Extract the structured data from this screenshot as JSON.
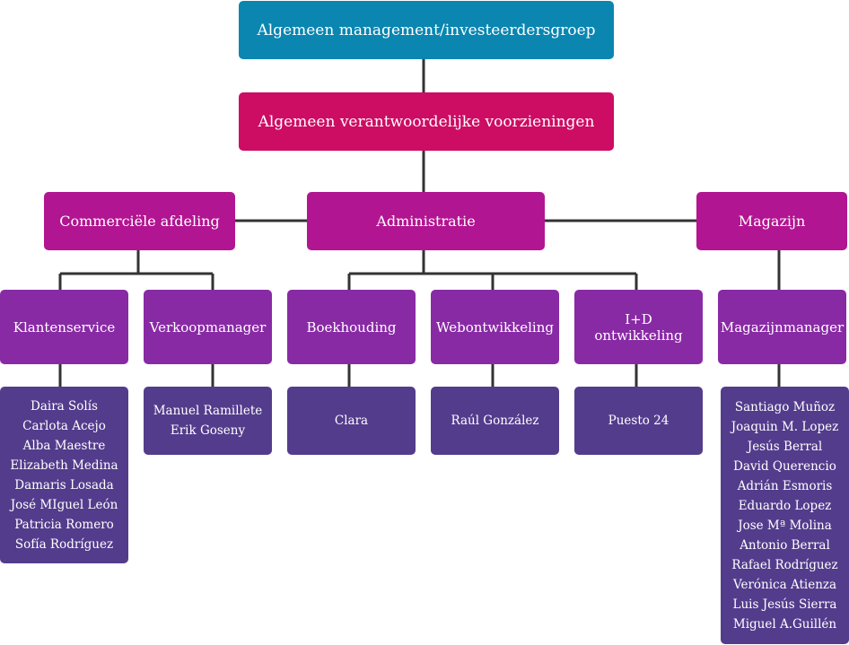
{
  "chart": {
    "top": "Algemeen management/investeerdersgroep",
    "level1": "Algemeen verantwoordelijke voorzieningen",
    "departments": {
      "commercial": {
        "label": "Commerciële afdeling",
        "units": [
          {
            "label": "Klantenservice",
            "members": [
              "Daira Solís",
              "Carlota Acejo",
              "Alba Maestre",
              "Elizabeth Medina",
              "Damaris Losada",
              "José MIguel León",
              "Patricia Romero",
              "Sofía Rodríguez"
            ]
          },
          {
            "label": "Verkoopmanager",
            "members": [
              "Manuel Ramillete",
              "Erik Goseny"
            ]
          }
        ]
      },
      "admin": {
        "label": "Administratie",
        "units": [
          {
            "label": "Boekhouding",
            "members": [
              "Clara"
            ]
          },
          {
            "label": "Webontwikkeling",
            "members": [
              "Raúl González"
            ]
          },
          {
            "label_line1": "I+D",
            "label_line2": "ontwikkeling",
            "members": [
              "Puesto 24"
            ]
          }
        ]
      },
      "warehouse": {
        "label": "Magazijn",
        "units": [
          {
            "label": "Magazijnmanager",
            "members": [
              "Santiago Muñoz",
              "Joaquin M. Lopez",
              "Jesús Berral",
              "David Querencio",
              "Adrián Esmoris",
              "Eduardo Lopez",
              "Jose Mª Molina",
              "Antonio Berral",
              "Rafael Rodríguez",
              "Verónica Atienza",
              "Luis Jesús Sierra",
              "Miguel A.Guillén"
            ]
          }
        ]
      }
    }
  },
  "colors": {
    "top": "#0a86b0",
    "level1": "#cd0c64",
    "department": "#b21591",
    "unit": "#892aa5",
    "members": "#533c8c",
    "connector": "#333333"
  }
}
